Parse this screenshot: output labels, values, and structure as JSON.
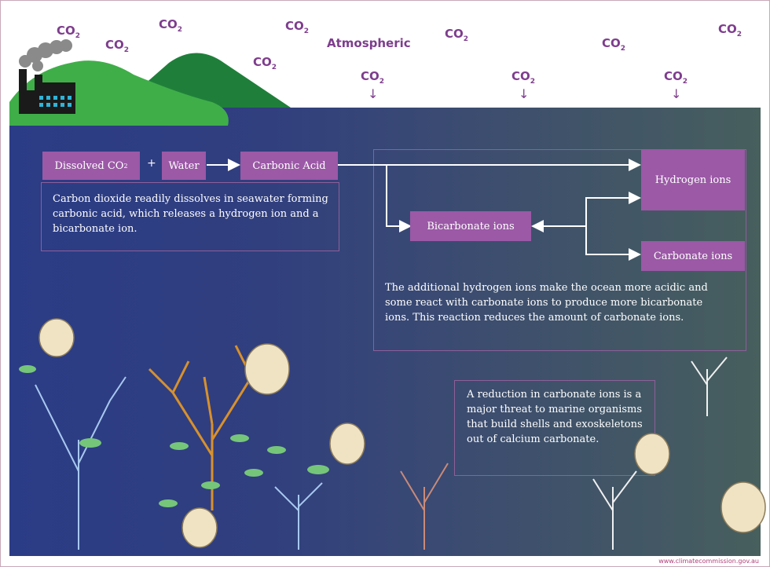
{
  "co2_labels": [
    {
      "main": "CO",
      "sub": "2"
    },
    {
      "main": "CO",
      "sub": "2"
    },
    {
      "main": "CO",
      "sub": "2"
    },
    {
      "main": "CO",
      "sub": "2"
    },
    {
      "main": "CO",
      "sub": "2"
    },
    {
      "main": "CO",
      "sub": "2"
    },
    {
      "main": "CO",
      "sub": "2"
    },
    {
      "main": "CO",
      "sub": "2"
    },
    {
      "main": "CO",
      "sub": "2"
    },
    {
      "main": "CO",
      "sub": "2"
    },
    {
      "main": "CO",
      "sub": "2"
    }
  ],
  "atmospheric_label": "Atmospheric",
  "reaction": {
    "dissolved_co2": "Dissolved CO",
    "dissolved_co2_sub": "2",
    "plus": "+",
    "water": "Water",
    "carbonic_acid": "Carbonic Acid"
  },
  "ions": {
    "hydrogen": "Hydrogen ions",
    "bicarbonate": "Bicarbonate ions",
    "carbonate": "Carbonate ions"
  },
  "text": {
    "dissolve": "Carbon dioxide readily dissolves in seawater forming carbonic acid, which releases a hydrogen ion and a bicarbonate ion.",
    "acidic": "The additional hydrogen ions make the ocean more acidic and some react with carbonate ions to produce more bicarbonate ions. This reaction reduces the amount of carbonate ions.",
    "threat": "A reduction in carbonate ions is a major threat to marine organisms that build shells and exoskeletons out of calcium carbonate."
  },
  "footer": "www.climatecommission.gov.au",
  "colors": {
    "purple_box": "#9b59a6",
    "co2_text": "#7e3d8d",
    "land_light": "#3fae49",
    "land_dark": "#1f7f3a"
  }
}
